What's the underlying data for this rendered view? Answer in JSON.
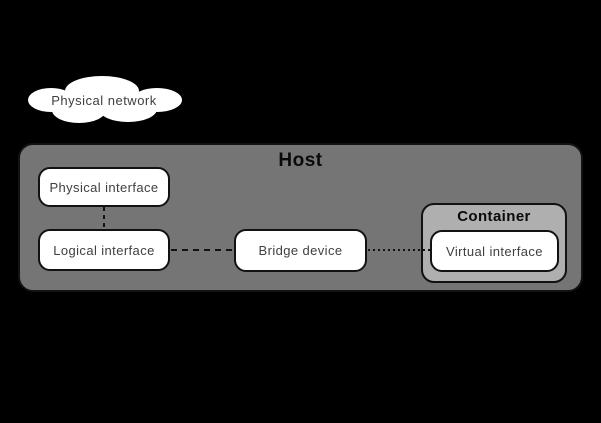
{
  "diagram": {
    "background_color": "#000000",
    "cloud": {
      "label": "Physical network",
      "fill": "#ffffff"
    },
    "host": {
      "title": "Host",
      "fill": "#757575",
      "nodes": {
        "physical_interface": "Physical interface",
        "logical_interface": "Logical interface",
        "bridge_device": "Bridge device"
      },
      "container": {
        "title": "Container",
        "fill": "#afafaf",
        "nodes": {
          "virtual_interface": "Virtual interface"
        }
      }
    },
    "colors": {
      "node_fill": "#ffffff",
      "node_border": "#121212",
      "node_text": "#3f3f3f",
      "title_text": "#0a0a0a"
    },
    "connections": [
      {
        "from": "physical-network",
        "to": "physical-interface",
        "style": "solid"
      },
      {
        "from": "physical-interface",
        "to": "logical-interface",
        "style": "dashed"
      },
      {
        "from": "logical-interface",
        "to": "bridge-device",
        "style": "dashed"
      },
      {
        "from": "bridge-device",
        "to": "virtual-interface",
        "style": "dotted"
      }
    ]
  }
}
